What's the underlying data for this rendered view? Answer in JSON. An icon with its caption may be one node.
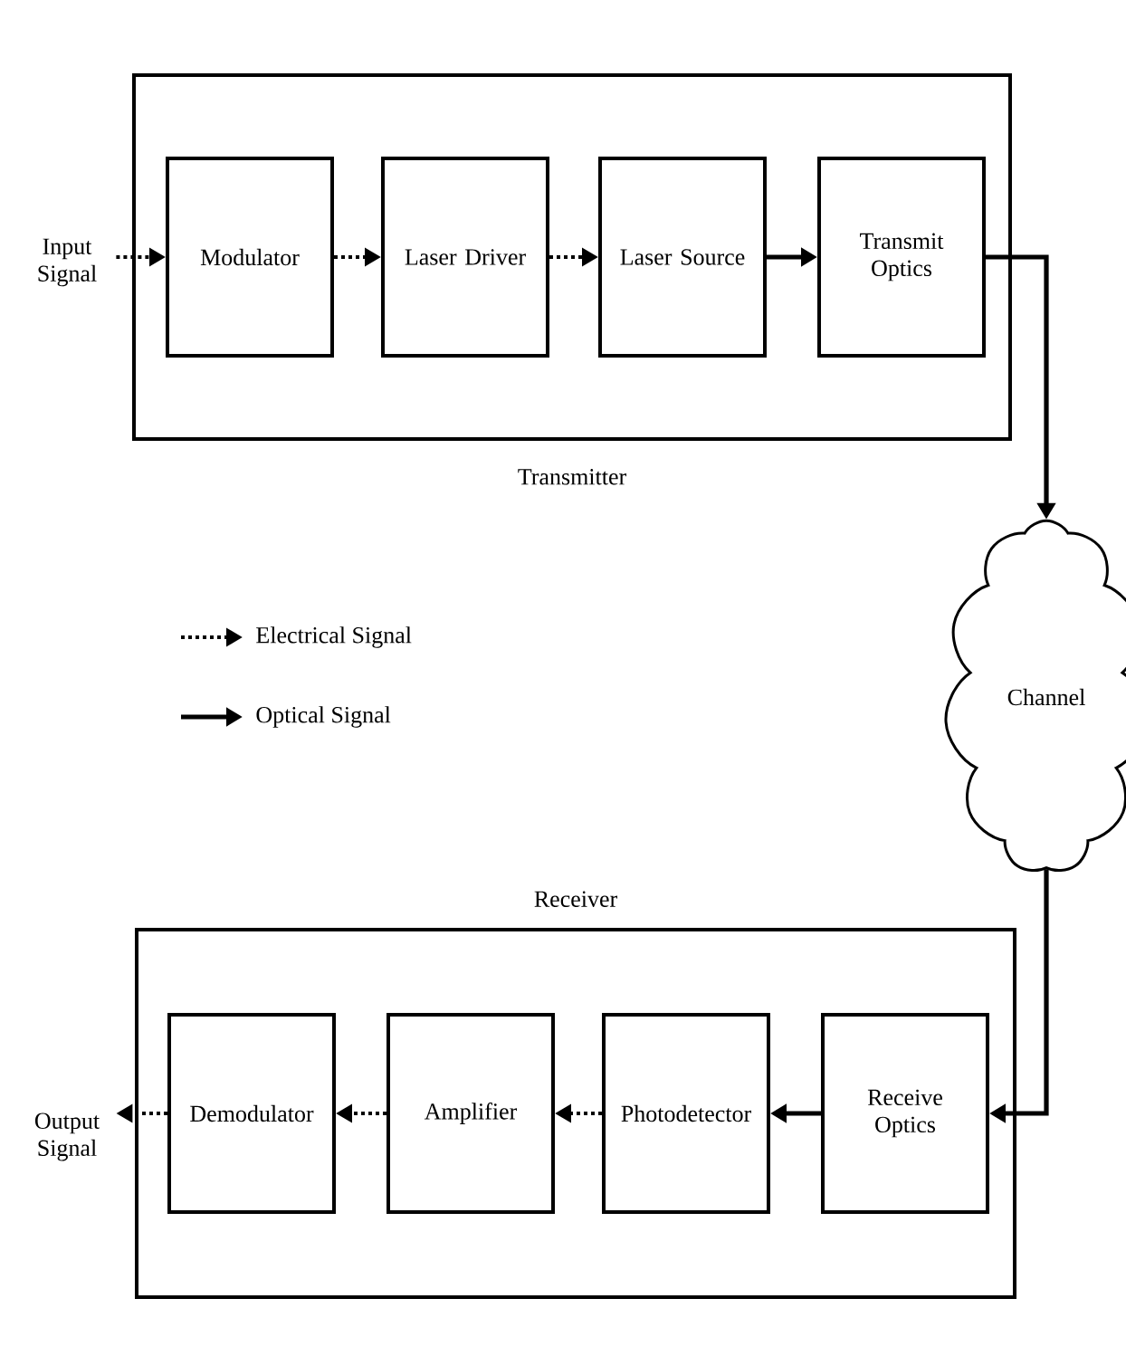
{
  "diagram": {
    "nodes": [
      {
        "text": [
          "Transmitter"
        ]
      },
      {
        "text": [
          "Input Signal"
        ]
      },
      {
        "text": [
          "Modulator"
        ],
        "in": 0
      },
      {
        "text": [
          "Laser Driver"
        ],
        "in": 0
      },
      {
        "text": [
          "Laser Source"
        ],
        "in": 0
      },
      {
        "text": [
          "Transmit Optics"
        ],
        "in": 0
      },
      {
        "text": [
          "Channel"
        ]
      },
      {
        "text": [
          "Receiver"
        ]
      },
      {
        "text": [
          "Receive Optics"
        ],
        "in": 7
      },
      {
        "text": [
          "Photodetector"
        ],
        "in": 7
      },
      {
        "text": [
          "Amplifier"
        ],
        "in": 7
      },
      {
        "text": [
          "Demodulator"
        ],
        "in": 7
      },
      {
        "text": [
          "Output Signal"
        ]
      }
    ],
    "edges": [
      {
        "from": 1,
        "to": 2,
        "arrow": "to",
        "style": "dashed"
      },
      {
        "from": 2,
        "to": 3,
        "arrow": "to",
        "style": "dashed"
      },
      {
        "from": 3,
        "to": 4,
        "arrow": "to",
        "style": "dashed"
      },
      {
        "from": 4,
        "to": 5,
        "arrow": "to"
      },
      {
        "from": 5,
        "to": 6,
        "arrow": "to"
      },
      {
        "from": 6,
        "to": 8,
        "arrow": "to"
      },
      {
        "from": 8,
        "to": 9,
        "arrow": "to"
      },
      {
        "from": 9,
        "to": 10,
        "arrow": "to",
        "style": "dashed"
      },
      {
        "from": 10,
        "to": 11,
        "arrow": "to",
        "style": "dashed"
      },
      {
        "from": 11,
        "to": 12,
        "arrow": "to",
        "style": "dashed"
      }
    ],
    "legend": [
      {
        "text": "Electrical Signal"
      },
      {
        "text": "Optical Signal"
      }
    ]
  }
}
